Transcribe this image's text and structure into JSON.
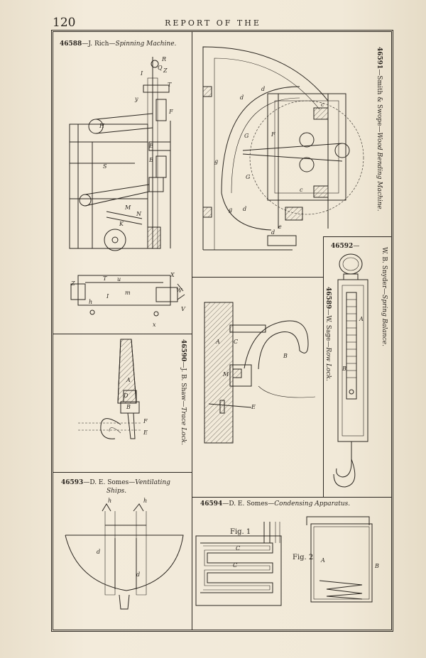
{
  "header": {
    "page_number": "120",
    "running_title": "REPORT OF THE"
  },
  "figures": [
    {
      "number": "46588",
      "author": "J. Rich",
      "title": "Spinning Machine."
    },
    {
      "number": "46591",
      "author": "Smith & Swope",
      "title": "Wood Bending Machine."
    },
    {
      "number": "46592",
      "author": "W. B. Snyder",
      "title": "Spring Balance."
    },
    {
      "number": "46589",
      "author": "W. Sage",
      "title": "Row Lock."
    },
    {
      "number": "46590",
      "author": "J. B. Shaw",
      "title": "Trace Lock."
    },
    {
      "number": "46593",
      "author": "D. E. Somes",
      "title": "Ventilating",
      "title2": "Ships."
    },
    {
      "number": "46594",
      "author": "D. E. Somes",
      "title": "Condensing Apparatus."
    }
  ],
  "fig_labels": {
    "fig1": "Fig. 1",
    "fig2": "Fig. 2"
  }
}
